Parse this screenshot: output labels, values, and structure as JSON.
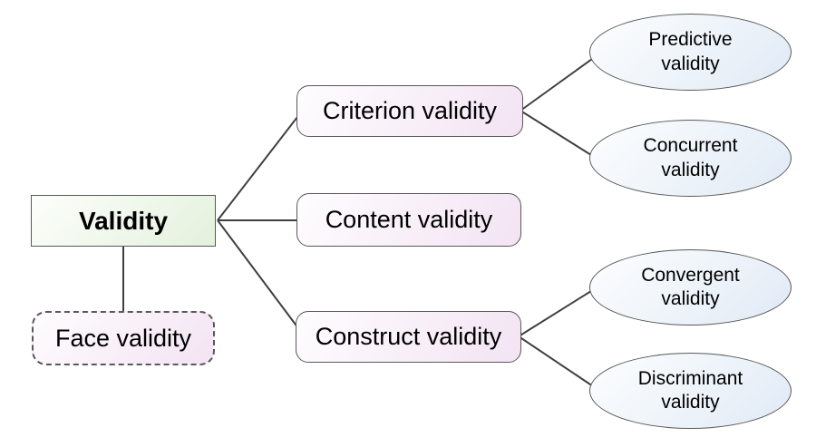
{
  "diagram": {
    "type": "hierarchy",
    "nodes": {
      "validity": {
        "label": "Validity",
        "shape": "rectangle",
        "fill": "#e4f1dd",
        "border": "solid"
      },
      "face": {
        "label": "Face validity",
        "shape": "rounded-rectangle",
        "fill": "#f4e3f3",
        "border": "dashed"
      },
      "criterion": {
        "label": "Criterion validity",
        "shape": "rounded-rectangle",
        "fill": "#f3e3f3",
        "border": "solid"
      },
      "content": {
        "label": "Content validity",
        "shape": "rounded-rectangle",
        "fill": "#f3e3f3",
        "border": "solid"
      },
      "construct": {
        "label": "Construct validity",
        "shape": "rounded-rectangle",
        "fill": "#f3e3f3",
        "border": "solid"
      },
      "predictive": {
        "label": "Predictive validity",
        "shape": "ellipse",
        "fill": "#e0eaf6",
        "border": "solid"
      },
      "concurrent": {
        "label": "Concurrent validity",
        "shape": "ellipse",
        "fill": "#e0eaf6",
        "border": "solid"
      },
      "convergent": {
        "label": "Convergent validity",
        "shape": "ellipse",
        "fill": "#e0eaf6",
        "border": "solid"
      },
      "discriminant": {
        "label": "Discriminant validity",
        "shape": "ellipse",
        "fill": "#e0eaf6",
        "border": "solid"
      }
    },
    "edges": [
      {
        "from": "validity",
        "to": "criterion"
      },
      {
        "from": "validity",
        "to": "content"
      },
      {
        "from": "validity",
        "to": "construct"
      },
      {
        "from": "validity",
        "to": "face"
      },
      {
        "from": "criterion",
        "to": "predictive"
      },
      {
        "from": "criterion",
        "to": "concurrent"
      },
      {
        "from": "construct",
        "to": "convergent"
      },
      {
        "from": "construct",
        "to": "discriminant"
      }
    ],
    "colors": {
      "background": "#ffffff",
      "root_fill": "#e4f1dd",
      "branch_fill": "#f3e3f3",
      "leaf_fill": "#e0eaf6",
      "shape_border": "#595959",
      "edge_stroke": "#3f3f3f",
      "text": "#000000"
    }
  }
}
